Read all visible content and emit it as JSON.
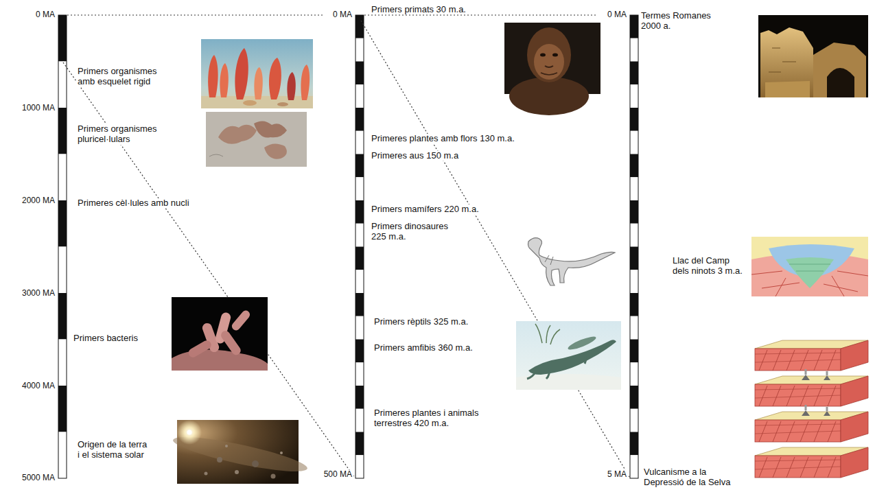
{
  "diagram": {
    "labels": [
      "0 MA",
      "1000 MA",
      "2000 MA",
      "3000 MA",
      "4000 MA",
      "5000 MA",
      "Primers organismes amb esquelet rigid",
      "Primers organismes pluricel·lulars",
      "Primeres cèl·lules amb nucli",
      "Primers bacteris",
      "Origen de la terra i el sistema solar",
      "0 MA",
      "500 MA",
      "Primers primats 30 m.a.",
      "Primeres plantes amb flors 130 m.a.",
      "Primeres aus 150 m.a",
      "Primers mamífers 220 m.a.",
      "Primers dinosaures 225 m.a.",
      "Primers rèptils 325 m.a.",
      "Primers amfibis 360 m.a.",
      "Primeres plantes i animals terrestres 420 m.a.",
      "0 MA",
      "5 MA",
      "Termes Romanes 2000 a.",
      "Llac del Camp dels ninots 3 m.a.",
      "Vulcanisme a la Depressió de la Selva"
    ]
  }
}
